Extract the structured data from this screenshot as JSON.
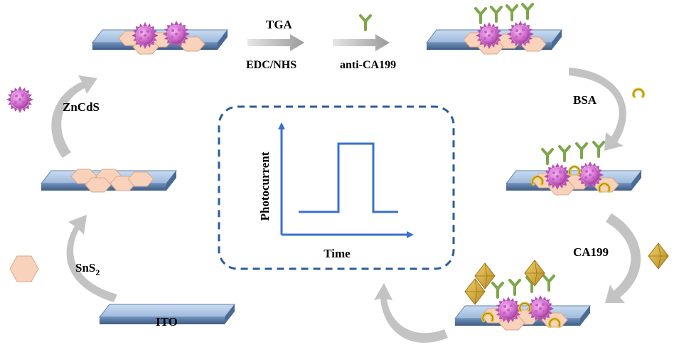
{
  "steps": {
    "tga": "TGA",
    "edc_nhs": "EDC/NHS",
    "anti_ca199": "anti-CA199",
    "bsa": "BSA",
    "ca199": "CA199",
    "zncds": "ZnCdS",
    "sns2_main": "SnS",
    "sns2_sub": "2",
    "ito": "ITO"
  },
  "plot": {
    "ylabel": "Photocurrent",
    "xlabel": "Time",
    "pulse": [
      [
        0.0,
        0.0
      ],
      [
        0.4,
        0.0
      ],
      [
        0.4,
        1.0
      ],
      [
        0.75,
        1.0
      ],
      [
        0.75,
        0.0
      ],
      [
        1.0,
        0.0
      ]
    ]
  },
  "colors": {
    "slide": "#a9c3e3",
    "slide_edge": "#4f6e96",
    "hexagon": "#f7cfb5",
    "hexagon_edge": "#d9a789",
    "particle": "#d977d6",
    "antibody": "#8fb65a",
    "bsa": "#e9c83a",
    "octahedron": "#d4a53a",
    "curved_arrow": "#c2c2c2",
    "box_border": "#2a5d9a",
    "plot_line": "#3a6fd0"
  },
  "icons": [
    "zncds-particle-icon",
    "antibody-icon",
    "bsa-icon",
    "ca199-antigen-icon",
    "sns2-nanosheet-icon"
  ]
}
